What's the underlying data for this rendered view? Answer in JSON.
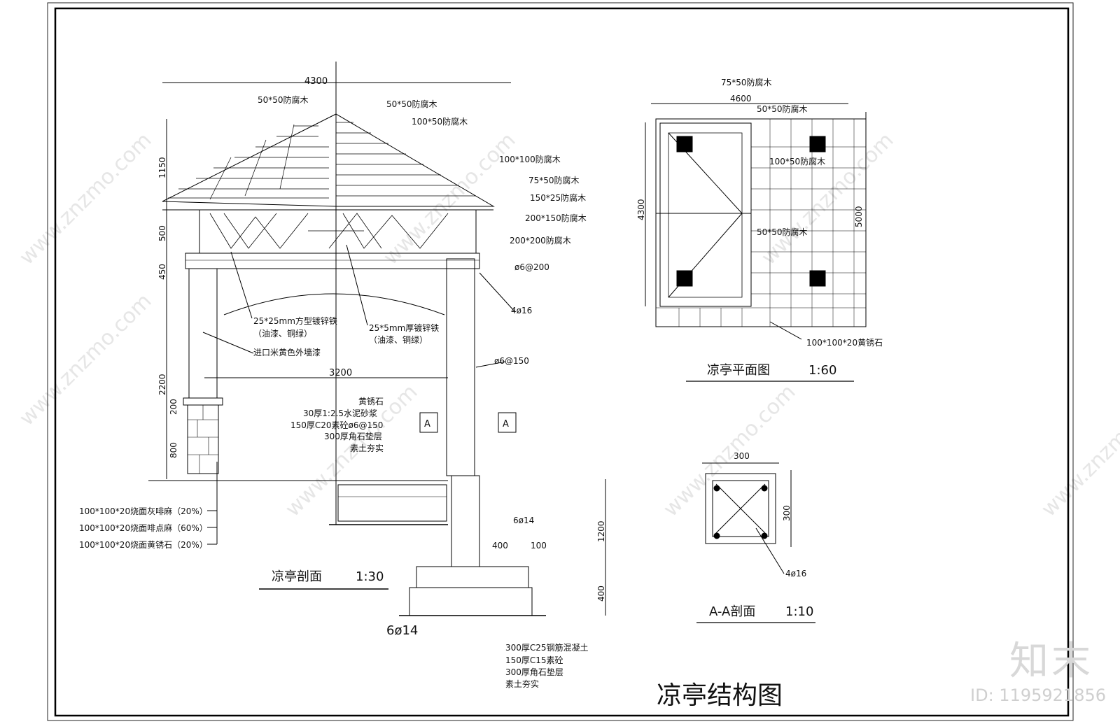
{
  "drawing_title": "凉亭结构图",
  "watermark": {
    "site": "www.znzmo.com",
    "brand": "知末",
    "id": "ID: 1195921856"
  },
  "section_view": {
    "title": "凉亭剖面",
    "scale": "1:30",
    "dims": {
      "overall_width": "4300",
      "inner_width": "3200",
      "h_roof": "1150",
      "h_frieze": "500",
      "h_beam": "450",
      "h_column": "2200",
      "h_cap": "200",
      "h_base": "800",
      "h_found": "1200",
      "h_found_pad": "400",
      "found_w": "400",
      "found_offset": "100"
    },
    "callouts": [
      "50*50防腐木",
      "50*50防腐木",
      "100*50防腐木",
      "100*100防腐木",
      "75*50防腐木",
      "150*25防腐木",
      "200*150防腐木",
      "200*200防腐木",
      "ø6@200",
      "4ø16",
      "ø6@150",
      "6ø14",
      "6ø14"
    ],
    "railing_notes": [
      {
        "line1": "25*25mm方型镀锌铁",
        "line2": "（油漆、铜绿）"
      },
      {
        "line1": "25*5mm厚镀锌铁",
        "line2": "（油漆、铜绿）"
      }
    ],
    "wall_note": "进口米黄色外墙漆",
    "section_marks": [
      "A",
      "A"
    ],
    "floor_layers": [
      "黄锈石",
      "30厚1:2.5水泥砂浆",
      "150厚C20素砼ø6@150",
      "300厚角石垫层",
      "素土夯实"
    ],
    "found_layers": [
      "300厚C25钢筋混凝土",
      "150厚C15素砼",
      "300厚角石垫层",
      "素土夯实"
    ],
    "base_tiles": [
      "100*100*20烧面灰啡麻（20%）",
      "100*100*20烧面啡点麻（60%）",
      "100*100*20烧面黄锈石（20%）"
    ]
  },
  "plan_view": {
    "title": "凉亭平面图",
    "scale": "1:60",
    "dims": {
      "top": "4600",
      "left": "4300",
      "right": "5000"
    },
    "callouts": [
      "75*50防腐木",
      "50*50防腐木",
      "100*50防腐木",
      "50*50防腐木",
      "100*100*20黄锈石"
    ]
  },
  "aa_section": {
    "title": "A-A剖面",
    "scale": "1:10",
    "dims": {
      "width": "300",
      "height": "300"
    },
    "callout": "4ø16"
  }
}
